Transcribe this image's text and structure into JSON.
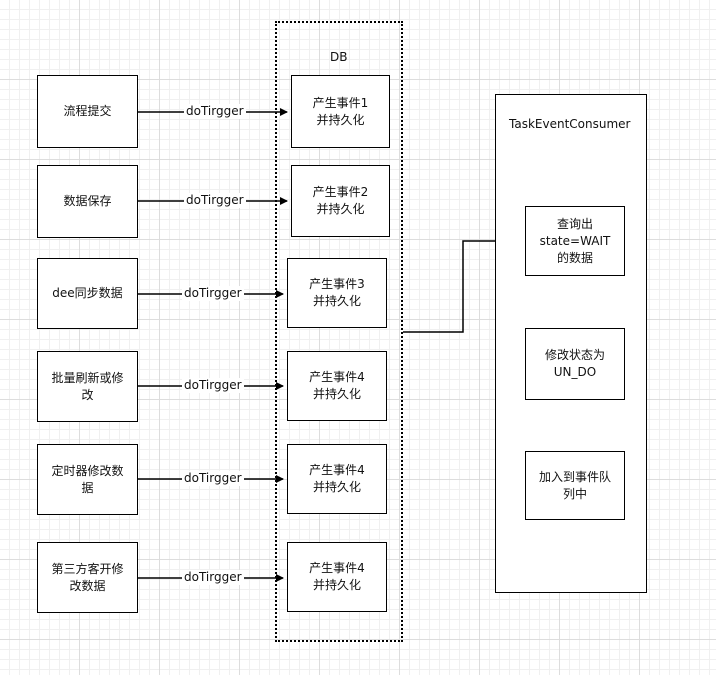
{
  "db": {
    "title": "DB"
  },
  "sources": [
    {
      "label": "流程提交"
    },
    {
      "label": "数据保存"
    },
    {
      "label": "dee同步数据"
    },
    {
      "label": "批量刷新或修\n改"
    },
    {
      "label": "定时器修改数\n据"
    },
    {
      "label": "第三方客开修\n改数据"
    }
  ],
  "events": [
    {
      "label": "产生事件1\n并持久化"
    },
    {
      "label": "产生事件2\n并持久化"
    },
    {
      "label": "产生事件3\n并持久化"
    },
    {
      "label": "产生事件4\n并持久化"
    },
    {
      "label": "产生事件4\n并持久化"
    },
    {
      "label": "产生事件4\n并持久化"
    }
  ],
  "edge_label": "doTirgger",
  "consumer": {
    "title": "TaskEventConsumer",
    "steps": [
      {
        "label": "查询出\nstate=WAIT\n的数据"
      },
      {
        "label": "修改状态为\nUN_DO"
      },
      {
        "label": "加入到事件队\n列中"
      }
    ]
  }
}
